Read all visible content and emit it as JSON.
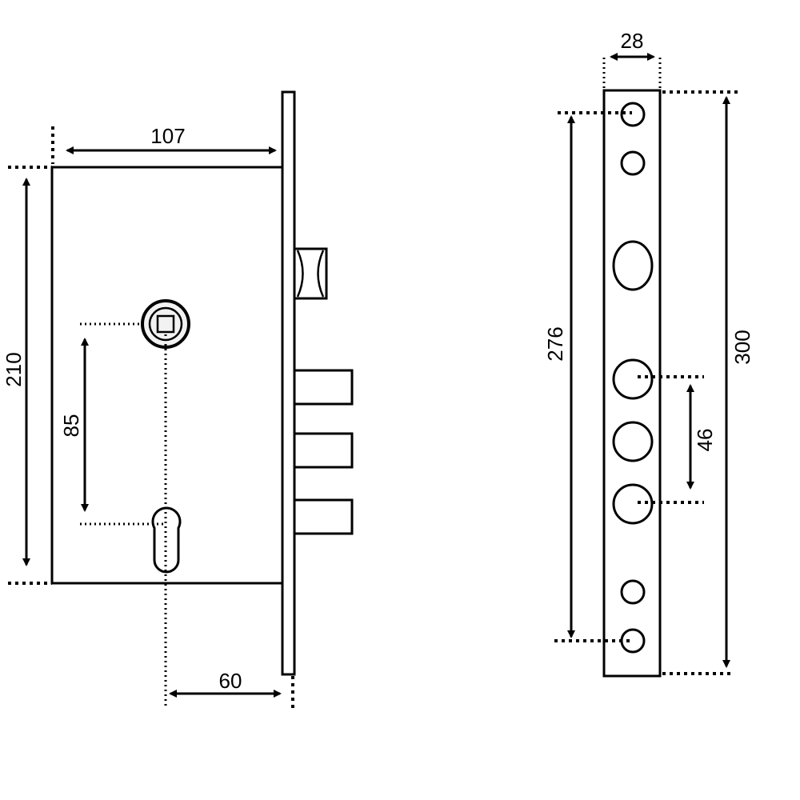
{
  "dimensions": {
    "body_width": "107",
    "body_height": "210",
    "center_distance": "85",
    "backset": "60",
    "faceplate_width": "28",
    "hole_span": "276",
    "faceplate_length": "300",
    "bolt_spacing": "46"
  }
}
